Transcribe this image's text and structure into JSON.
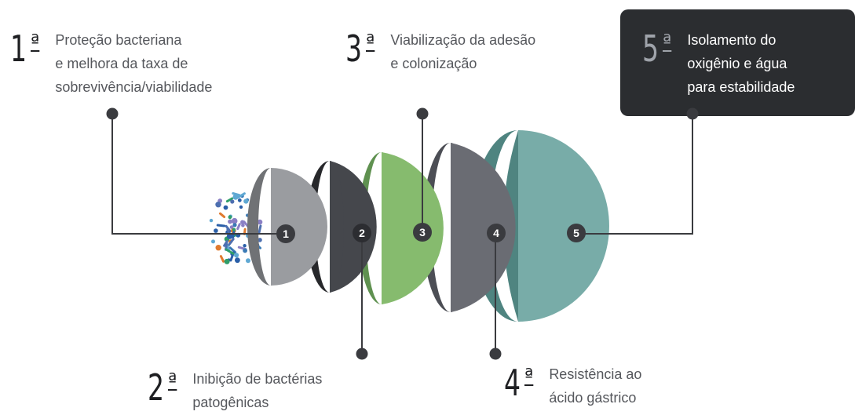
{
  "steps": [
    {
      "num": "1",
      "sup": "ª",
      "badge": "1",
      "lines": [
        "Proteção bacteriana",
        "e melhora da taxa de",
        "sobrevivência/viabilidade"
      ]
    },
    {
      "num": "2",
      "sup": "ª",
      "badge": "2",
      "lines": [
        "Inibição de bactérias",
        "patogênicas"
      ]
    },
    {
      "num": "3",
      "sup": "ª",
      "badge": "3",
      "lines": [
        "Viabilização da adesão",
        "e colonização"
      ]
    },
    {
      "num": "4",
      "sup": "ª",
      "badge": "4",
      "lines": [
        "Resistência ao",
        "ácido gástrico"
      ]
    },
    {
      "num": "5",
      "sup": "ª",
      "badge": "5",
      "lines": [
        "Isolamento do",
        "oxigênio e água",
        "para estabilidade"
      ]
    }
  ],
  "colors": {
    "shell1_light": "#9a9ca0",
    "shell1_dark": "#707275",
    "shell2_light": "#45474c",
    "shell2_dark": "#27282b",
    "shell3_light": "#86bb6e",
    "shell3_dark": "#5f9150",
    "shell4_light": "#6a6c73",
    "shell4_dark": "#4c4e55",
    "shell5_light": "#78aca8",
    "shell5_dark": "#4f8480",
    "line": "#3a3b3f",
    "badge": "#3a3b3f",
    "dark_box": "#2b2d30",
    "bacteria": [
      "#2a5fa8",
      "#3a7ab5",
      "#8a7fc4",
      "#5fa8d3",
      "#2f9e6a",
      "#e07a2e",
      "#4d6fb0"
    ]
  }
}
